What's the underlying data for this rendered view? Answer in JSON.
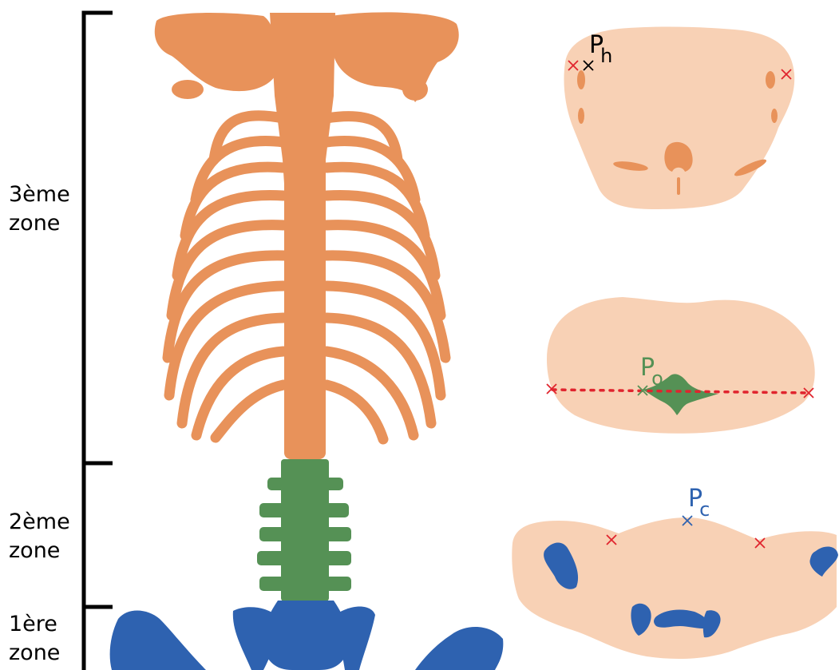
{
  "zones": [
    {
      "id": "z3",
      "lines": [
        "3ème",
        "zone"
      ]
    },
    {
      "id": "z2",
      "lines": [
        "2ème",
        "zone"
      ]
    },
    {
      "id": "z1",
      "lines": [
        "1ère",
        "zone"
      ]
    }
  ],
  "points": {
    "h": {
      "main": "P",
      "sub": "h"
    },
    "o": {
      "main": "P",
      "sub": "o"
    },
    "c": {
      "main": "P",
      "sub": "c"
    }
  },
  "colors": {
    "thoracic": "#e8925a",
    "lumbar": "#559155",
    "pelvis": "#2e62b0",
    "body": "#f8d1b5",
    "marker": "#e0242e",
    "black": "#000000"
  }
}
